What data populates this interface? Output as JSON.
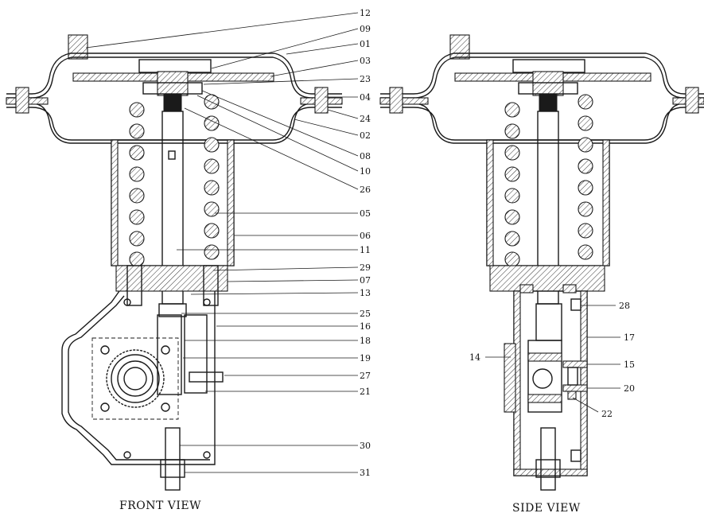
{
  "views": {
    "front": "FRONT VIEW",
    "side": "SIDE VIEW"
  },
  "callouts": {
    "c12": "12",
    "c09": "09",
    "c01": "01",
    "c03": "03",
    "c23": "23",
    "c04": "04",
    "c24": "24",
    "c02": "02",
    "c08": "08",
    "c10": "10",
    "c26": "26",
    "c05": "05",
    "c06": "06",
    "c11": "11",
    "c29": "29",
    "c07": "07",
    "c13": "13",
    "c25": "25",
    "c16": "16",
    "c18": "18",
    "c19": "19",
    "c27": "27",
    "c21": "21",
    "c30": "30",
    "c31": "31",
    "c28": "28",
    "c17": "17",
    "c14": "14",
    "c15": "15",
    "c20": "20",
    "c22": "22"
  }
}
